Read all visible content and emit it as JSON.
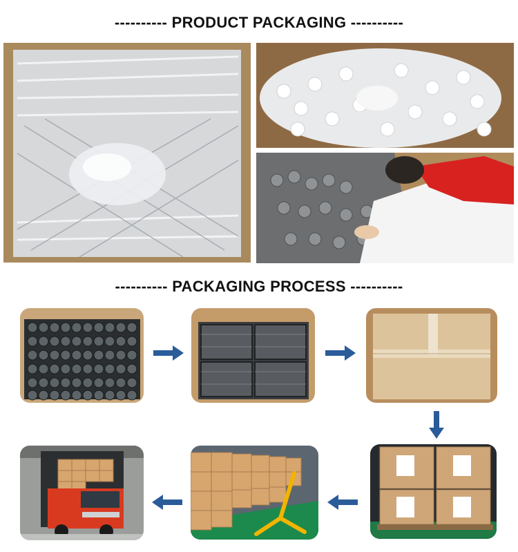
{
  "sections": {
    "product_packaging": {
      "title": "---------- PRODUCT PACKAGING ----------"
    },
    "packaging_process": {
      "title": "---------- PACKAGING PROCESS ----------"
    }
  },
  "colors": {
    "arrow": "#2a5c9a",
    "box": "#c9a77a",
    "cap": "#f2f2f2",
    "truck": "#d83a20",
    "pallet_jack": "#f2b400"
  },
  "photos": [
    "clear-tubes-in-plastic-bag",
    "white-caps-in-plastic-bag",
    "worker-packing-bottles",
    "black-cap-bottles-in-box",
    "bottles-in-tray-box",
    "sealed-carton",
    "cartons-on-pallet",
    "cartons-in-warehouse",
    "delivery-truck"
  ]
}
